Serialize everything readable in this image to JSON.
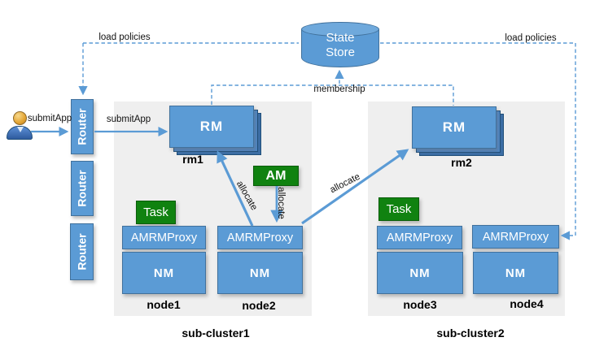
{
  "colors": {
    "box_blue": "#5b9bd5",
    "box_border": "#41719c",
    "green": "#108210",
    "panel_gray": "#efefef",
    "connector_blue": "#5b9bd5"
  },
  "state_store": {
    "line1": "State",
    "line2": "Store"
  },
  "routers": [
    {
      "label": "Router"
    },
    {
      "label": "Router"
    },
    {
      "label": "Router"
    }
  ],
  "labels": {
    "load_policies_left": "load policies",
    "load_policies_right": "load policies",
    "membership": "membership",
    "submit_app_user": "submitApp",
    "submit_app_router": "submitApp",
    "allocate_am": "allocate",
    "allocate_rm1": "allocate",
    "allocate_rm2": "allocate"
  },
  "subclusters": [
    {
      "name": "sub-cluster1",
      "rm": {
        "label": "RM",
        "name": "rm1"
      },
      "am": {
        "label": "AM"
      },
      "nodes": [
        {
          "name": "node1",
          "task": "Task",
          "amrmproxy": "AMRMProxy",
          "nm": "NM"
        },
        {
          "name": "node2",
          "amrmproxy": "AMRMProxy",
          "nm": "NM"
        }
      ]
    },
    {
      "name": "sub-cluster2",
      "rm": {
        "label": "RM",
        "name": "rm2"
      },
      "nodes": [
        {
          "name": "node3",
          "task": "Task",
          "amrmproxy": "AMRMProxy",
          "nm": "NM"
        },
        {
          "name": "node4",
          "amrmproxy": "AMRMProxy",
          "nm": "NM"
        }
      ]
    }
  ]
}
